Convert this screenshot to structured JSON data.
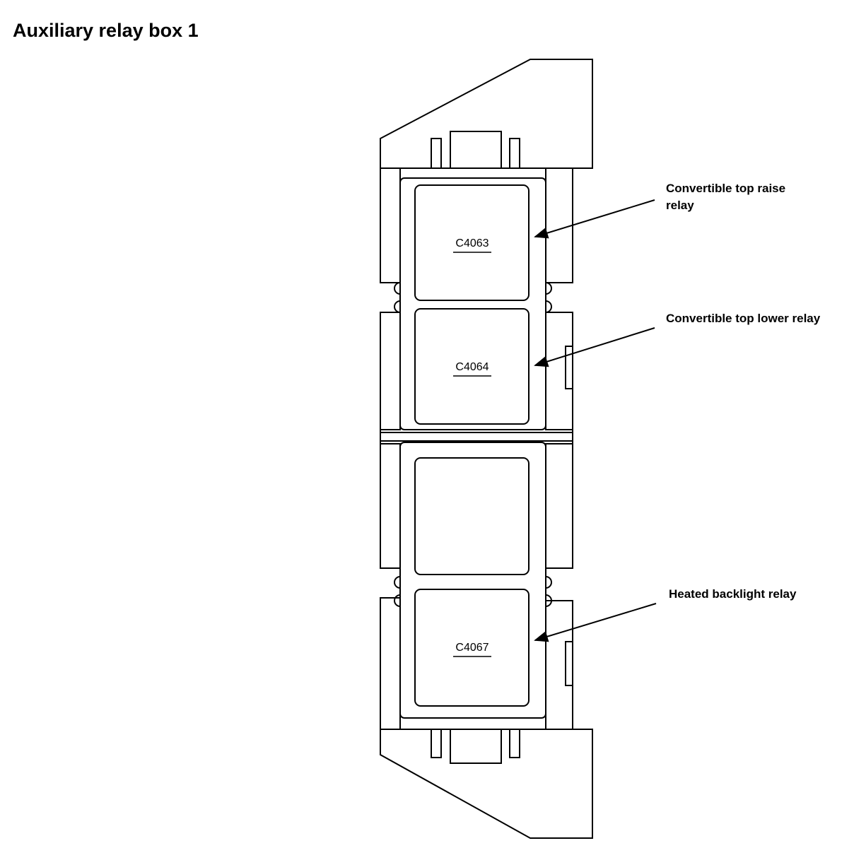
{
  "title": "Auxiliary relay box 1",
  "relays": [
    {
      "code": "C4063",
      "label_line1": "Convertible top raise",
      "label_line2": "relay"
    },
    {
      "code": "C4064",
      "label_line1": "Convertible top lower relay",
      "label_line2": ""
    },
    {
      "code": "",
      "label_line1": "",
      "label_line2": ""
    },
    {
      "code": "C4067",
      "label_line1": "Heated backlight relay",
      "label_line2": ""
    }
  ]
}
